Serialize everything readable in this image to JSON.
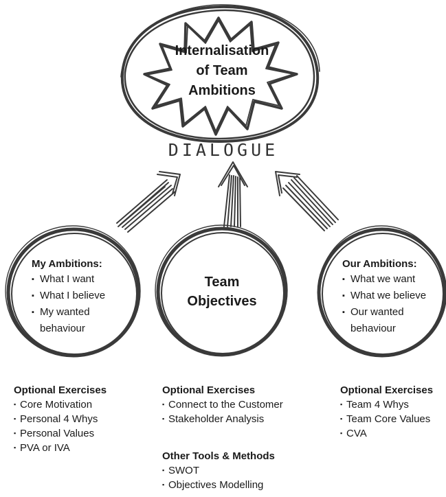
{
  "top_burst": {
    "title_lines": [
      "Internalisation",
      "of Team",
      "Ambitions"
    ]
  },
  "dialogue": "DIALOGUE",
  "left_circle": {
    "heading": "My Ambitions:",
    "items": [
      "What I want",
      "What I believe",
      "My wanted",
      "behaviour"
    ]
  },
  "center_circle": {
    "title_lines": [
      "Team",
      "Objectives"
    ]
  },
  "right_circle": {
    "heading": "Our Ambitions:",
    "items": [
      "What we want",
      "What we believe",
      "Our wanted",
      "behaviour"
    ]
  },
  "exercises_left": {
    "heading": "Optional Exercises",
    "items": [
      "Core Motivation",
      "Personal 4 Whys",
      "Personal Values",
      "PVA or IVA"
    ]
  },
  "exercises_center": {
    "heading": "Optional Exercises",
    "items": [
      "Connect to the Customer",
      "Stakeholder Analysis"
    ]
  },
  "tools_center": {
    "heading": "Other Tools & Methods",
    "items": [
      "SWOT",
      "Objectives Modelling"
    ]
  },
  "exercises_right": {
    "heading": "Optional Exercises",
    "items": [
      "Team 4 Whys",
      "Team Core Values",
      "CVA"
    ]
  }
}
